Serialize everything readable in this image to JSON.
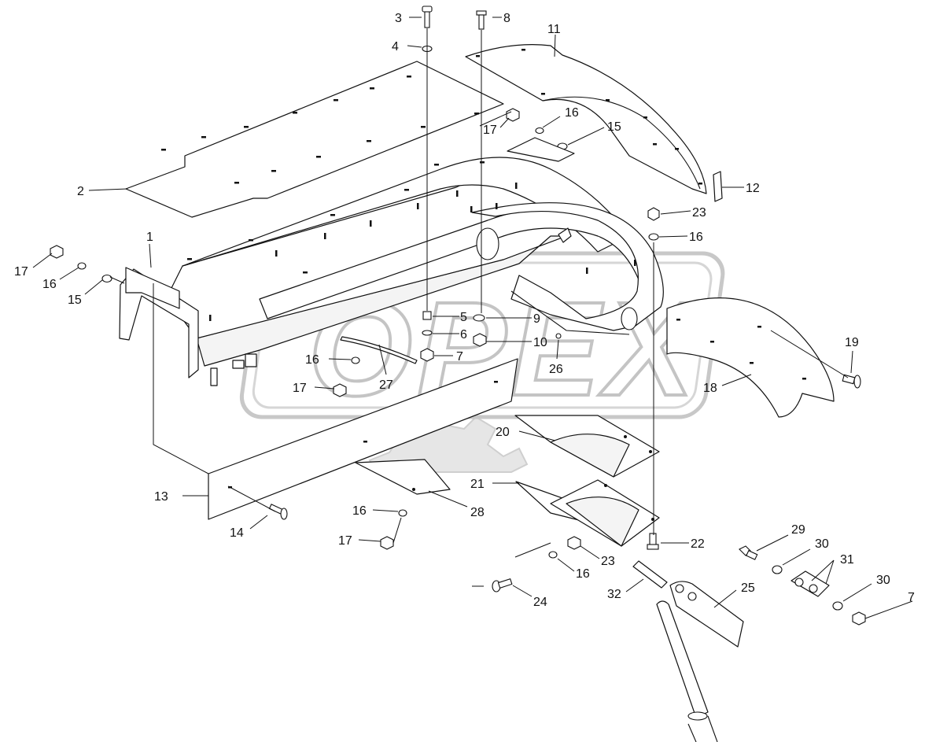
{
  "watermark": {
    "text": "OPEX",
    "color": "#c4c4c4"
  },
  "callouts": [
    {
      "id": "c-3",
      "label": "3"
    },
    {
      "id": "c-4",
      "label": "4"
    },
    {
      "id": "c-8",
      "label": "8"
    },
    {
      "id": "c-11",
      "label": "11"
    },
    {
      "id": "c-2",
      "label": "2"
    },
    {
      "id": "c-16a",
      "label": "16"
    },
    {
      "id": "c-17a",
      "label": "17"
    },
    {
      "id": "c-15a",
      "label": "15"
    },
    {
      "id": "c-12",
      "label": "12"
    },
    {
      "id": "c-23a",
      "label": "23"
    },
    {
      "id": "c-16b",
      "label": "16"
    },
    {
      "id": "c-1",
      "label": "1"
    },
    {
      "id": "c-17b",
      "label": "17"
    },
    {
      "id": "c-16c",
      "label": "16"
    },
    {
      "id": "c-15b",
      "label": "15"
    },
    {
      "id": "c-5",
      "label": "5"
    },
    {
      "id": "c-6",
      "label": "6"
    },
    {
      "id": "c-9",
      "label": "9"
    },
    {
      "id": "c-10",
      "label": "10"
    },
    {
      "id": "c-7a",
      "label": "7"
    },
    {
      "id": "c-26",
      "label": "26"
    },
    {
      "id": "c-16d",
      "label": "16"
    },
    {
      "id": "c-17c",
      "label": "17"
    },
    {
      "id": "c-27",
      "label": "27"
    },
    {
      "id": "c-19",
      "label": "19"
    },
    {
      "id": "c-18",
      "label": "18"
    },
    {
      "id": "c-20",
      "label": "20"
    },
    {
      "id": "c-13",
      "label": "13"
    },
    {
      "id": "c-14",
      "label": "14"
    },
    {
      "id": "c-21",
      "label": "21"
    },
    {
      "id": "c-16e",
      "label": "16"
    },
    {
      "id": "c-28",
      "label": "28"
    },
    {
      "id": "c-17d",
      "label": "17"
    },
    {
      "id": "c-22",
      "label": "22"
    },
    {
      "id": "c-29",
      "label": "29"
    },
    {
      "id": "c-30a",
      "label": "30"
    },
    {
      "id": "c-31",
      "label": "31"
    },
    {
      "id": "c-23b",
      "label": "23"
    },
    {
      "id": "c-16f",
      "label": "16"
    },
    {
      "id": "c-30b",
      "label": "30"
    },
    {
      "id": "c-24",
      "label": "24"
    },
    {
      "id": "c-32",
      "label": "32"
    },
    {
      "id": "c-25",
      "label": "25"
    },
    {
      "id": "c-7b",
      "label": "7"
    }
  ]
}
